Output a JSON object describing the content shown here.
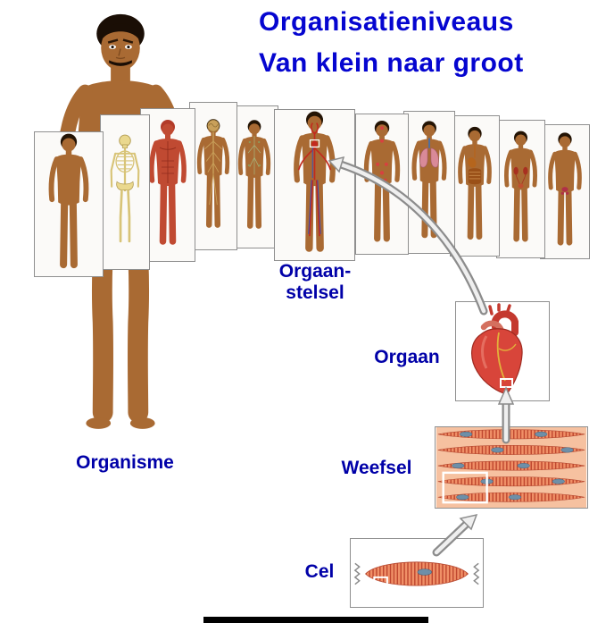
{
  "title": {
    "line1": "Organisatieniveaus",
    "line2": "Van klein naar groot"
  },
  "labels": {
    "organisme": "Organisme",
    "orgaanstelsel_line1": "Orgaan-",
    "orgaanstelsel_line2": "stelsel",
    "orgaan": "Orgaan",
    "weefsel": "Weefsel",
    "cel": "Cel"
  },
  "colors": {
    "title_blue": "#0505D0",
    "label_blue": "#0000A8",
    "skin": "#A96A33",
    "heart_red": "#D8453A",
    "tissue_salmon": "#F09067",
    "tissue_stripe": "#C04830",
    "nucleus_gray_blue": "#6E8FA8",
    "arrow_gray": "#8C8C8C",
    "card_border": "#8F8F8F"
  },
  "icons": {
    "figure": "human-male-figure",
    "system_cards": [
      "integumentary-system-card",
      "skeletal-system-card",
      "muscular-system-card",
      "nervous-system-card",
      "lymphatic-system-card",
      "circulatory-system-card",
      "endocrine-system-card",
      "respiratory-system-card",
      "digestive-system-card",
      "urinary-system-card",
      "reproductive-system-card"
    ],
    "organ": "anatomical-heart",
    "tissue": "muscle-tissue",
    "cell": "muscle-cell"
  }
}
